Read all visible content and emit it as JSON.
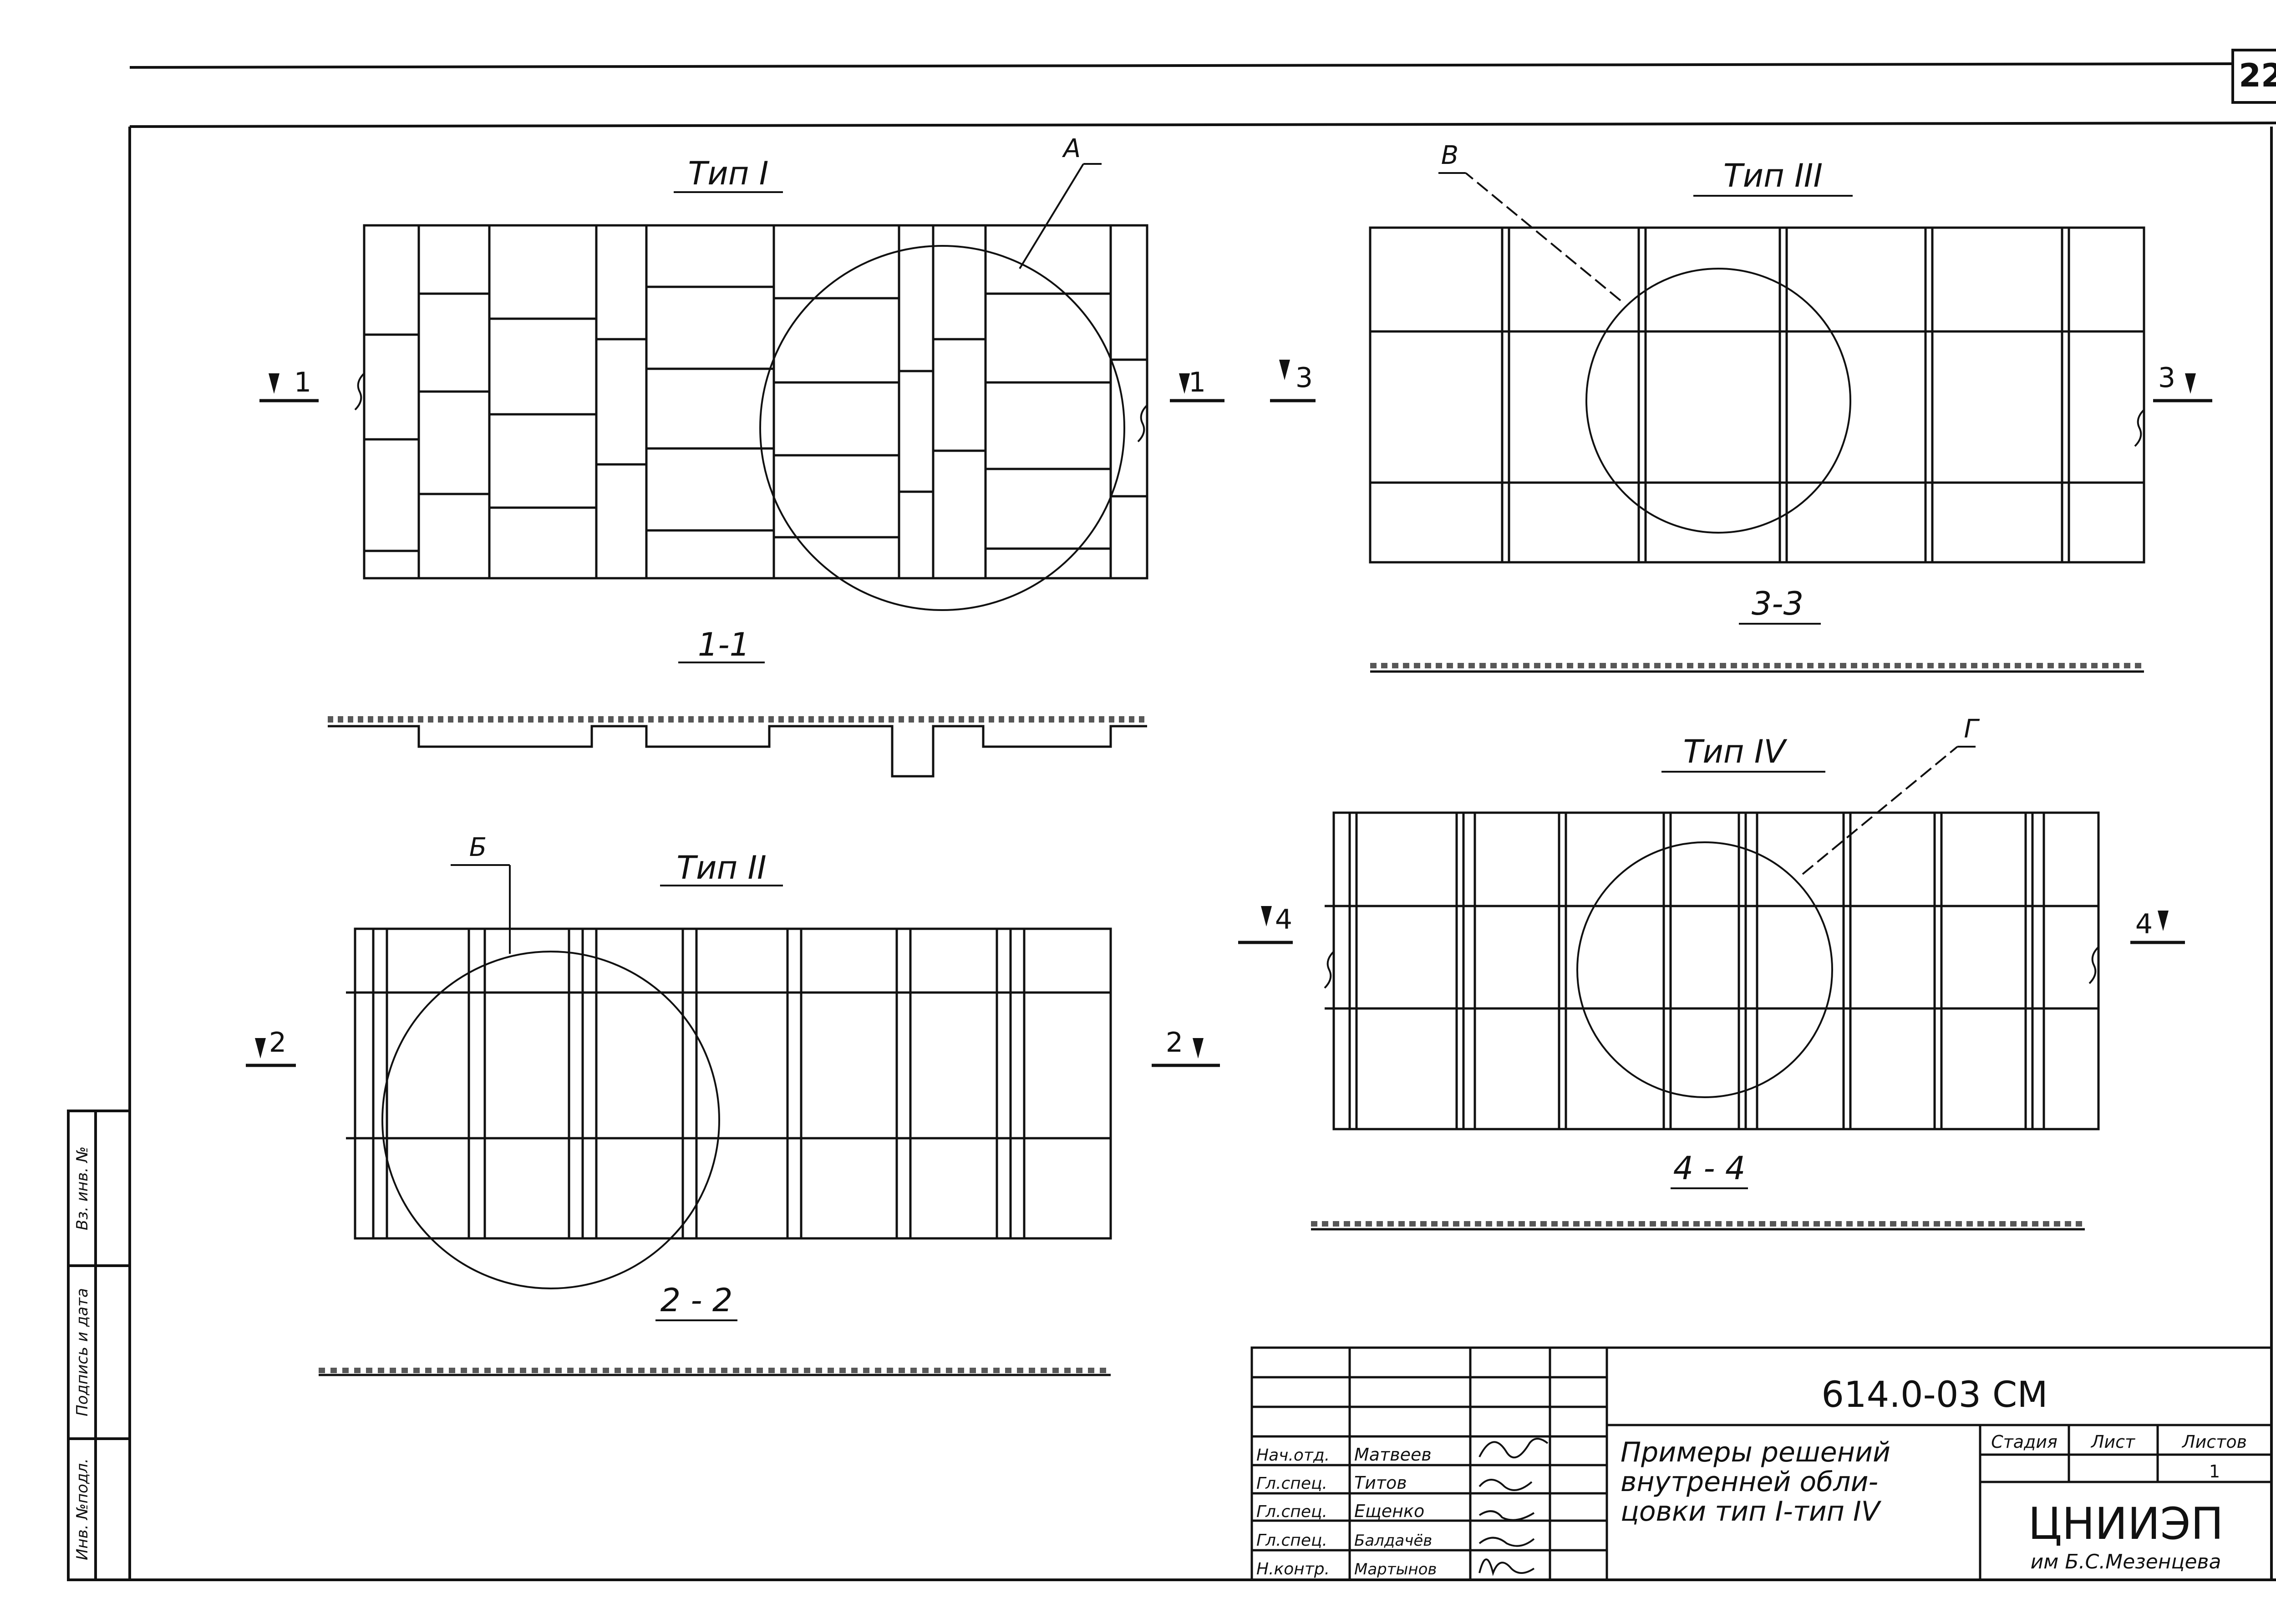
{
  "sheet_number": "22",
  "side_stamp": {
    "col1": "Инв. №подл.",
    "col2": "Подпись и дата",
    "col3": "Вз. инв. №"
  },
  "views": {
    "type1": {
      "title": "Тип I",
      "callout": "А",
      "section_left": "1",
      "section_right": "1",
      "section_title": "1-1"
    },
    "type2": {
      "title": "Тип II",
      "callout": "Б",
      "section_left": "2",
      "section_right": "2",
      "section_title": "2 - 2"
    },
    "type3": {
      "title": "Тип III",
      "callout": "В",
      "section_left": "3",
      "section_right": "3",
      "section_title": "3-3"
    },
    "type4": {
      "title": "Тип IV",
      "callout": "Г",
      "section_left": "4",
      "section_right": "4",
      "section_title": "4 - 4"
    }
  },
  "title_block": {
    "code": "614.0-03 СМ",
    "name_line1": "Примеры решений",
    "name_line2": "внутренней обли-",
    "name_line3": "цовки тип I-тип IV",
    "stage_label": "Стадия",
    "sheet_label": "Лист",
    "sheets_label": "Листов",
    "sheets_value": "1",
    "org": "ЦНИИЭП",
    "org_sub": "им Б.С.Мезенцева",
    "roles": [
      "Нач.отд.",
      "Гл.спец.",
      "Гл.спец.",
      "Гл.спец.",
      "Н.контр."
    ],
    "names": [
      "Матвеев",
      "Титов",
      "Ещенко",
      "Балдачёв",
      "Мартынов"
    ]
  }
}
